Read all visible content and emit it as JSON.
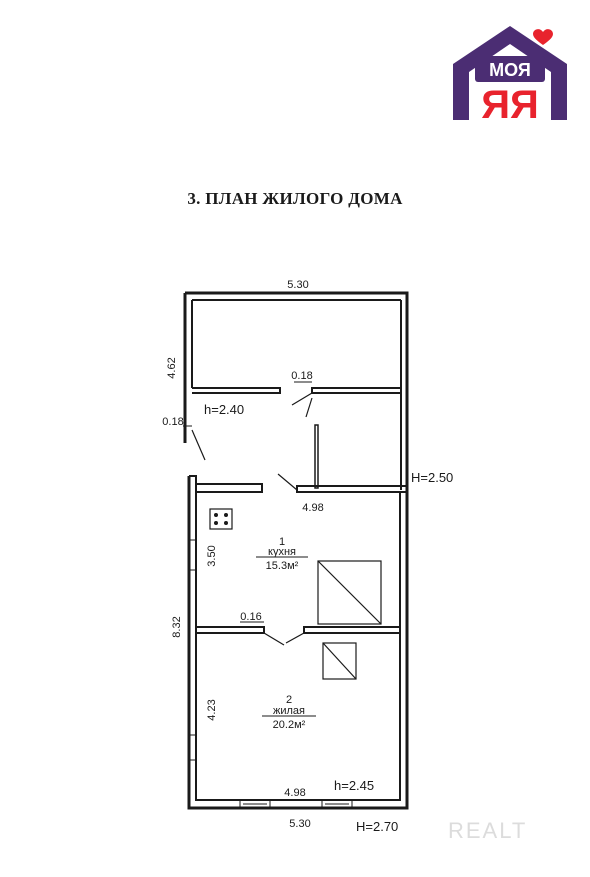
{
  "title": "3. ПЛАН ЖИЛОГО ДОМА",
  "logo": {
    "text_top": "МОЯ",
    "text_bottom": "ЯЯ",
    "colors": {
      "house": "#4b2d73",
      "accent": "#e8232d"
    }
  },
  "watermark": "REALT",
  "dimensions": {
    "top_width": "5.30",
    "left_annex": "4.62",
    "annex_wall": "0.18",
    "interior_door": "0.18",
    "inner_width": "4.98",
    "kitchen_height": "3.50",
    "total_height": "8.32",
    "partition": "0.16",
    "living_height": "4.23",
    "bottom_inner": "4.98",
    "bottom_width": "5.30"
  },
  "heights": {
    "annex": "h=2.40",
    "outer_upper": "H=2.50",
    "living": "h=2.45",
    "outer_lower": "H=2.70"
  },
  "rooms": [
    {
      "number": "1",
      "name": "кухня",
      "area": "15.3м²"
    },
    {
      "number": "2",
      "name": "жилая",
      "area": "20.2м²"
    }
  ]
}
